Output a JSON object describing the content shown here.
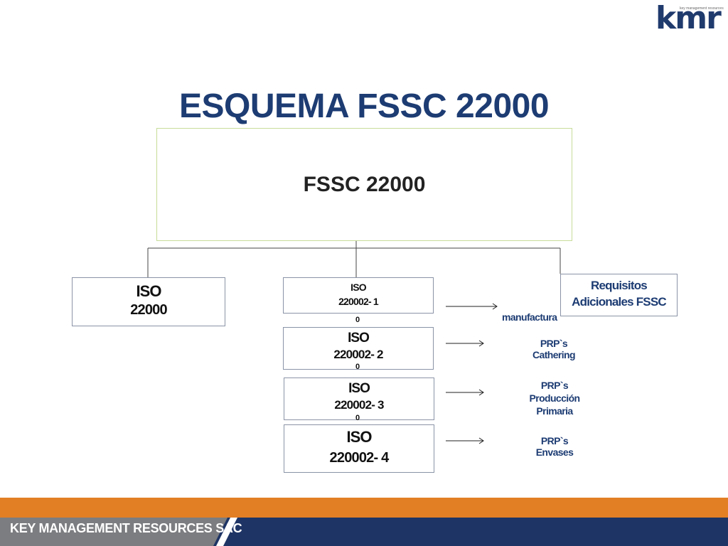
{
  "logo": {
    "main": "kmr",
    "tagline": "key management resources"
  },
  "title": "ESQUEMA FSSC 22000",
  "diagram": {
    "root": "FSSC 22000",
    "iso22000": {
      "line1": "ISO",
      "line2": "22000"
    },
    "requisitos": {
      "line1": "Requisitos",
      "line2": "Adicionales FSSC"
    },
    "iso_tech": [
      {
        "line1": "ISO",
        "line2": "220002- 1",
        "zero": "0",
        "prp": "manufactura"
      },
      {
        "line1": "ISO",
        "line2": "220002- 2",
        "zero": "0",
        "prp": "PRP`s Cathering"
      },
      {
        "line1": "ISO",
        "line2": "220002- 3",
        "zero": "0",
        "prp_line1": "PRP`s  Producción",
        "prp_line2": "Primaria"
      },
      {
        "line1": "ISO",
        "line2": "220002- 4",
        "prp": "PRP`s  Envases"
      }
    ]
  },
  "footer": {
    "company": "KEY MANAGEMENT RESOURCES SAC"
  },
  "colors": {
    "title": "#1d3c73",
    "accent_orange": "#e27e24",
    "footer_blue": "#1e3465",
    "footer_gray": "#7c7d80",
    "box_green_border": "#c7dc98"
  }
}
